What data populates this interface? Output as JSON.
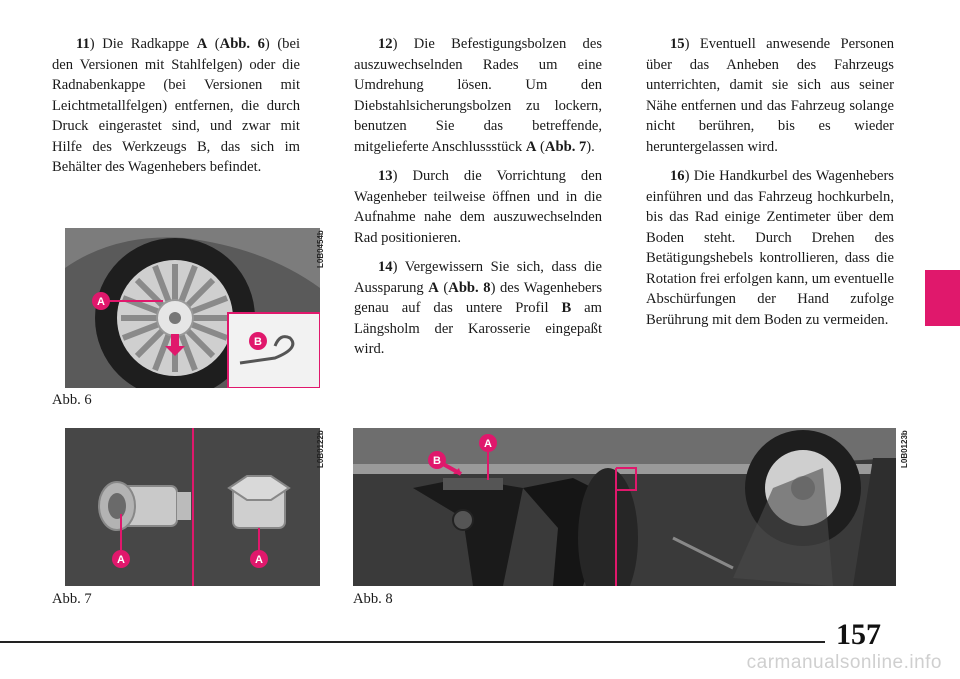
{
  "column1": {
    "p11_num": "11",
    "p11_a": ") Die Radkappe ",
    "p11_ref": "A",
    "p11_b": " (",
    "p11_fig": "Abb. 6",
    "p11_c": ") (bei den Versionen mit Stahlfelgen) oder die Radnabenkappe (bei Versionen mit Leichtmetallfelgen) entfernen, die durch Druck eingerastet sind, und zwar mit Hilfe des Werkzeugs B, das sich im Behälter des Wagenhebers befindet."
  },
  "column2": {
    "p12_num": "12",
    "p12_a": ") Die Befestigungsbolzen des auszuwechselnden Rades um eine Umdrehung lösen. Um den Diebstahlsicherungsbolzen zu lockern, benutzen Sie das betreffende, mitgelieferte Anschlussstück ",
    "p12_ref": "A",
    "p12_b": " (",
    "p12_fig": "Abb. 7",
    "p12_c": ").",
    "p13_num": "13",
    "p13_a": ") Durch die Vorrichtung den Wagenheber teilweise öffnen und in die Aufnahme nahe dem auszuwechselnden Rad positionieren.",
    "p14_num": "14",
    "p14_a": ") Vergewissern Sie sich, dass die Aussparung ",
    "p14_ref": "A",
    "p14_b": " (",
    "p14_fig": "Abb. 8",
    "p14_c": ") des Wagenhebers genau auf das untere Profil ",
    "p14_ref2": "B",
    "p14_d": " am Längsholm der Karosserie eingepaßt wird."
  },
  "column3": {
    "p15_num": "15",
    "p15_a": ") Eventuell anwesende Personen über das Anheben des Fahrzeugs unterrichten, damit sie sich aus seiner Nähe entfernen und das Fahrzeug solange nicht berühren, bis es wieder heruntergelassen wird.",
    "p16_num": "16",
    "p16_a": ") Die Handkurbel des Wagenhebers einführen und das Fahrzeug hochkurbeln, bis das Rad einige Zentimeter über dem Boden steht. Durch Drehen des Betätigungshebels kontrollieren, dass die Rotation frei erfolgen kann, um eventuelle Abschürfungen der Hand zufolge Berührung mit dem Boden zu vermeiden."
  },
  "figures": {
    "fig6": {
      "caption": "Abb. 6",
      "code": "L0B0454b",
      "label_a": "A",
      "label_b": "B"
    },
    "fig7": {
      "caption": "Abb. 7",
      "code": "L0B0122b",
      "label_a1": "A",
      "label_a2": "A"
    },
    "fig8": {
      "caption": "Abb. 8",
      "code": "L0B0123b",
      "label_a": "A",
      "label_b": "B"
    }
  },
  "page": {
    "number": "157",
    "watermark": "carmanualsonline.info"
  },
  "colors": {
    "accent": "#e0186c",
    "marker": "#e0186c",
    "text": "#1a1a1a"
  }
}
